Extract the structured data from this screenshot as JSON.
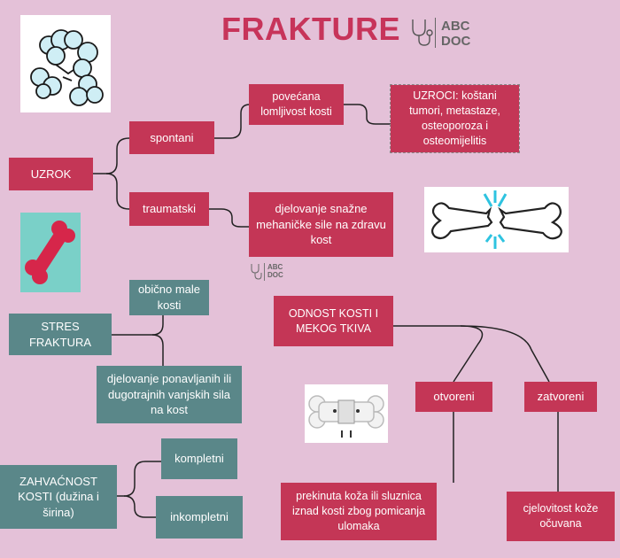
{
  "title": "FRAKTURE",
  "logo": {
    "line1": "ABC",
    "line2": "DOC"
  },
  "nodes": {
    "uzrok": "UZROK",
    "spontani": "spontani",
    "traumatski": "traumatski",
    "povecana": "povećana lomljivost kosti",
    "uzroci": "UZROCI: koštani tumori, metastaze, osteoporoza i osteomijelitis",
    "djelovanje_snazne": "djelovanje snažne mehaničke sile na zdravu kost",
    "stres_fraktura": "STRES FRAKTURA",
    "obicno": "obično male kosti",
    "djelovanje_ponavljanih": "djelovanje ponavljanih ili dugotrajnih vanjskih sila na kost",
    "zahvacenost": "ZAHVAĆNOST KOSTI (dužina i širina)",
    "kompletni": "kompletni",
    "inkompletni": "inkompletni",
    "odnost": "ODNOST KOSTI I MEKOG TKIVA",
    "otvoreni": "otvoreni",
    "zatvoreni": "zatvoreni",
    "prekinuta": "prekinuta koža ili sluznica iznad kosti zbog pomicanja ulomaka",
    "cjelovitost": "cjelovitost kože očuvana"
  },
  "colors": {
    "red": "#c43656",
    "teal": "#5a8789",
    "background": "#e4c1d8",
    "title": "#c7345a"
  }
}
